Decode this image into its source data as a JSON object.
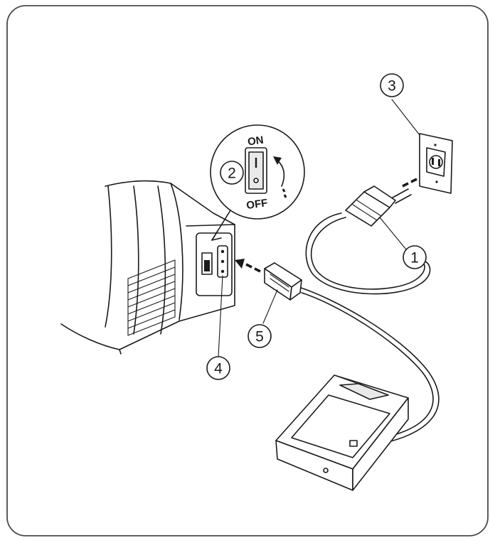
{
  "callouts": [
    {
      "id": "power-cord",
      "number": "1"
    },
    {
      "id": "power-switch",
      "number": "2"
    },
    {
      "id": "wall-outlet",
      "number": "3"
    },
    {
      "id": "machine-socket",
      "number": "4"
    },
    {
      "id": "machine-plug",
      "number": "5"
    }
  ],
  "switch_labels": {
    "on": "ON",
    "off": "OFF"
  },
  "colors": {
    "line": "#1a1a1a",
    "frame": "#4a4a4a",
    "background": "#ffffff"
  }
}
